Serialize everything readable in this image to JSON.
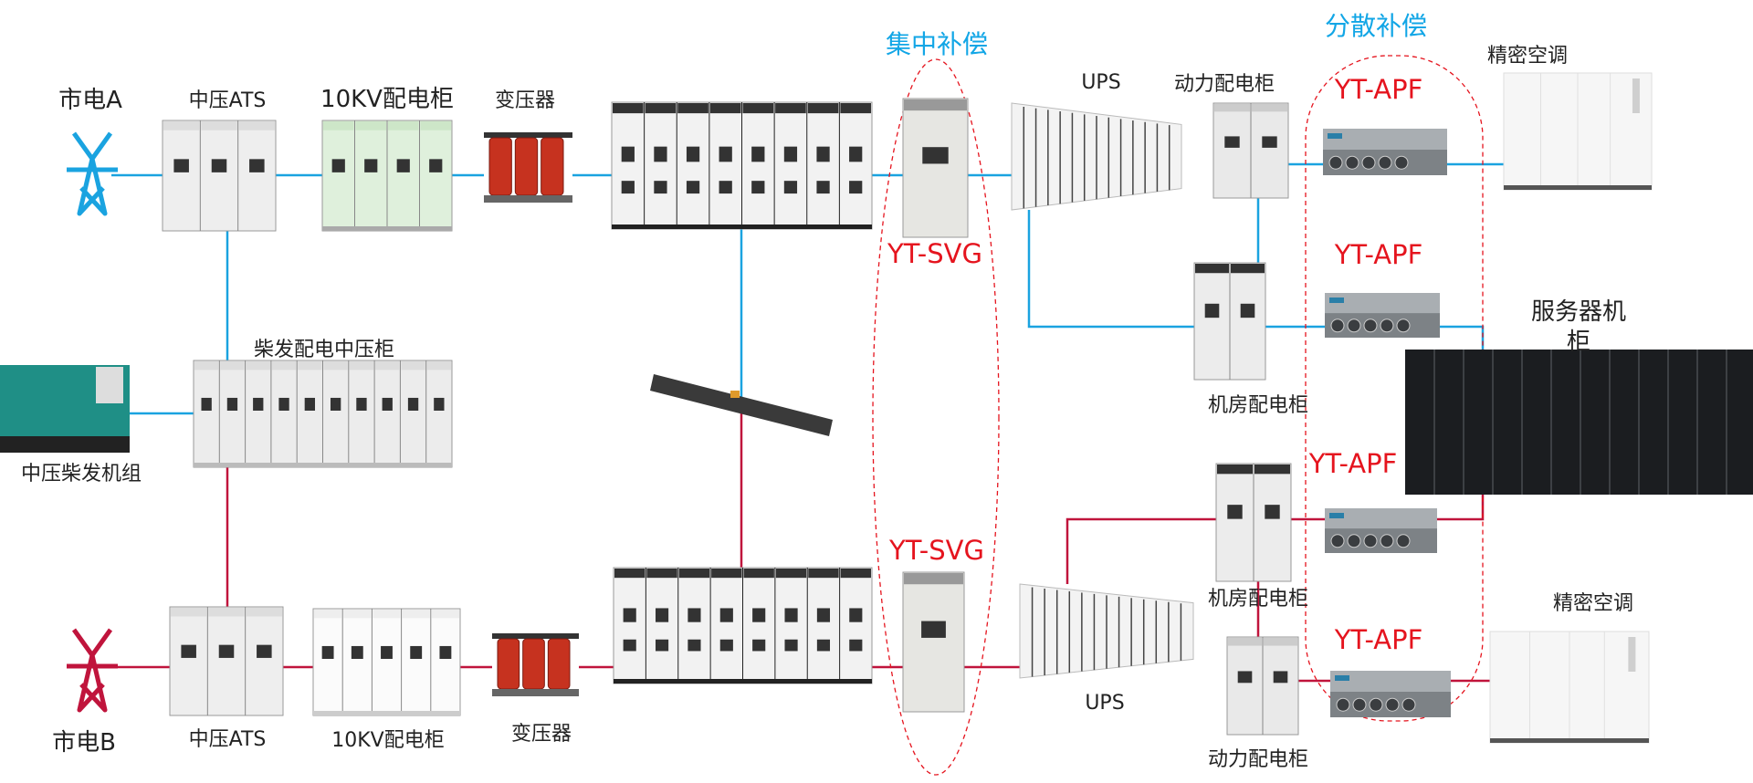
{
  "colors": {
    "line_a": "#1aa3e0",
    "line_b": "#c0143c",
    "compensation_label": "#12a6e6",
    "device_label": "#e5141e",
    "dashed_boundary": "#e5141e"
  },
  "labels": {
    "centralized_compensation": "集中补偿",
    "distributed_compensation": "分散补偿",
    "grid_a": "市电A",
    "grid_b": "市电B",
    "mv_ats_a": "中压ATS",
    "mv_ats_b": "中压ATS",
    "kv10_cabinet_a": "10KV配电柜",
    "kv10_cabinet_b": "10KV配电柜",
    "transformer_a": "变压器",
    "transformer_b": "变压器",
    "diesel_mv_cabinet": "柴发配电中压柜",
    "mv_diesel_genset": "中压柴发机组",
    "ups_a": "UPS",
    "ups_b": "UPS",
    "power_cabinet_a": "动力配电柜",
    "power_cabinet_b": "动力配电柜",
    "room_cabinet_a": "机房配电柜",
    "room_cabinet_b": "机房配电柜",
    "precision_ac_a": "精密空调",
    "precision_ac_b": "精密空调",
    "server_rack_line1": "服务器机",
    "server_rack_line2": "柜",
    "svg_a": "YT-SVG",
    "svg_b": "YT-SVG",
    "apf_1": "YT-APF",
    "apf_2": "YT-APF",
    "apf_3": "YT-APF",
    "apf_4": "YT-APF"
  }
}
